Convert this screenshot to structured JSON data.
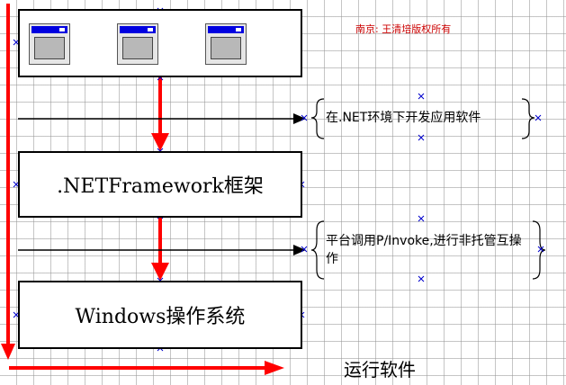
{
  "diagram": {
    "copyright": "南京: 王清培版权所有",
    "boxes": {
      "framework": ".NETFramework框架",
      "os": "Windows操作系统"
    },
    "notes": {
      "managed": "在.NET环境下开发应用软件",
      "pinvoke": "平台调用P/Invoke,进行非托管互操作"
    },
    "run_label": "运行软件",
    "app_window_count": 3,
    "colors": {
      "arrow_red": "#ff0000",
      "border": "#000000",
      "window_titlebar": "#0000e0",
      "copyright_text": "#cc0000",
      "handle_blue": "#0000cc"
    }
  }
}
